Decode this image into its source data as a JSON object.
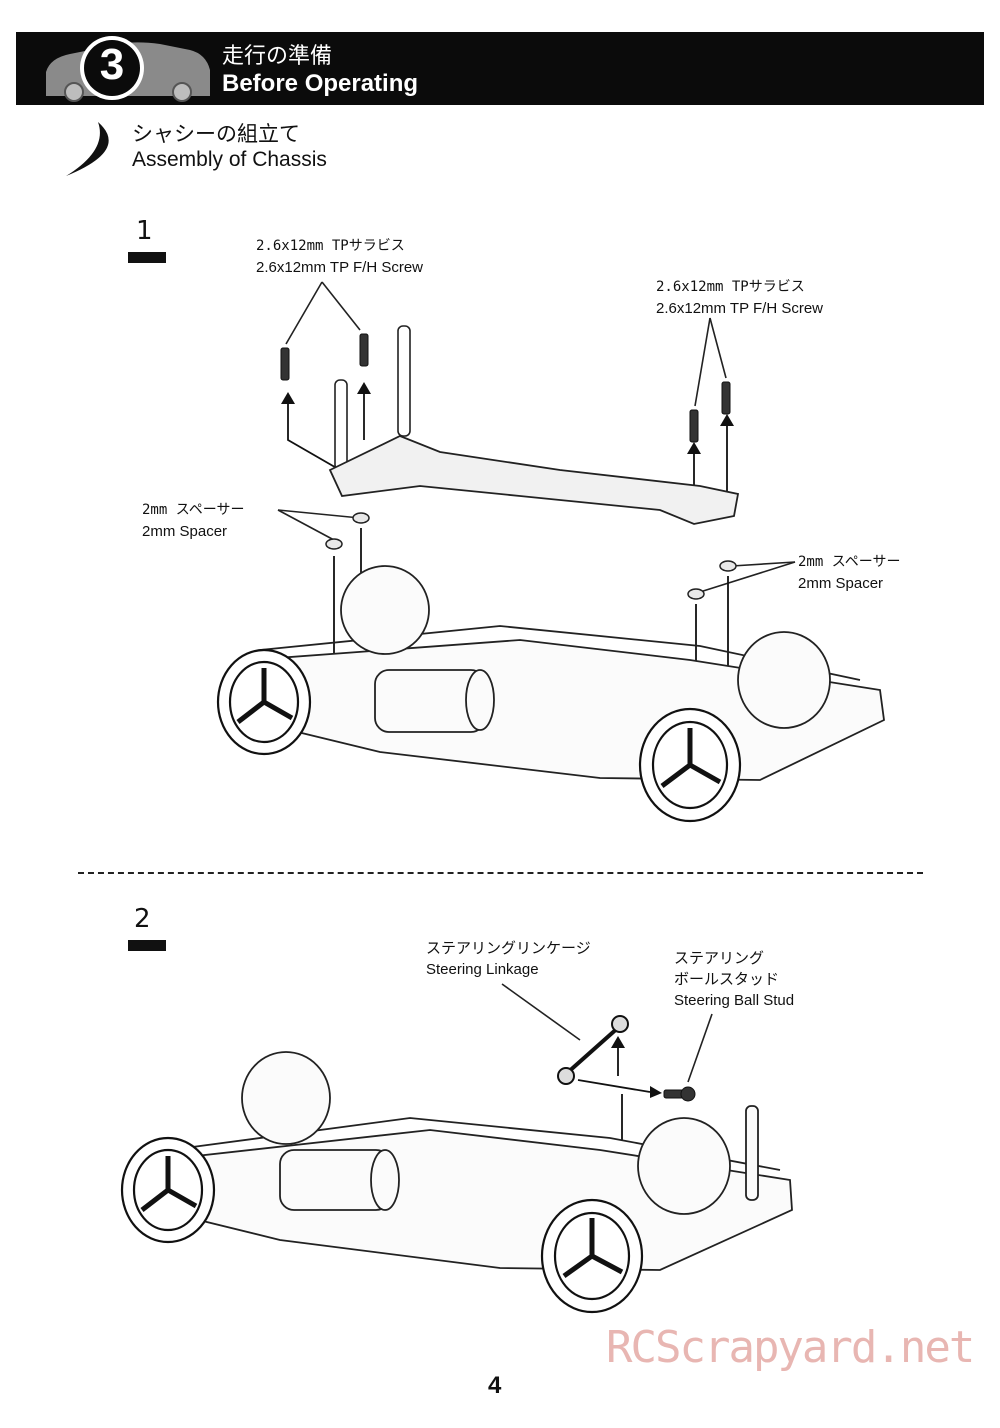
{
  "header": {
    "section_number": "3",
    "title_jp": "走行の準備",
    "title_en": "Before Operating"
  },
  "section": {
    "title_jp": "シャシーの組立て",
    "title_en": "Assembly of Chassis"
  },
  "step1": {
    "number": "1",
    "screw_left_jp": "2.6x12mm TPサラビス",
    "screw_left_en": "2.6x12mm TP F/H Screw",
    "screw_right_jp": "2.6x12mm TPサラビス",
    "screw_right_en": "2.6x12mm TP F/H Screw",
    "spacer_left_jp": "2mm スペーサー",
    "spacer_left_en": "2mm Spacer",
    "spacer_right_jp": "2mm スペーサー",
    "spacer_right_en": "2mm Spacer"
  },
  "step2": {
    "number": "2",
    "linkage_jp": "ステアリングリンケージ",
    "linkage_en": "Steering Linkage",
    "ballstud_jp1": "ステアリング",
    "ballstud_jp2": "ボールスタッド",
    "ballstud_en": "Steering Ball Stud"
  },
  "footer": {
    "page_number": "4",
    "watermark": "RCScrapyard.net"
  },
  "colors": {
    "banner": "#0b0b0b",
    "badge": "#8a8a8a",
    "watermark": "#e8b6b2"
  }
}
